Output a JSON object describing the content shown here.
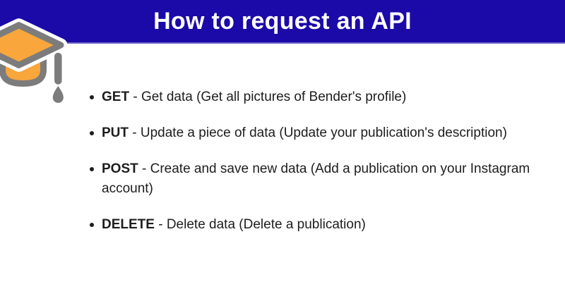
{
  "header": {
    "title": "How to request an API"
  },
  "icon": {
    "name": "graduation-cap",
    "parts": [
      "mortarboard-top",
      "cap-base",
      "tassel-cord",
      "tassel-drop"
    ]
  },
  "list": {
    "items": [
      {
        "method": "GET",
        "desc": " - Get data (Get all pictures of Bender's profile)"
      },
      {
        "method": "PUT",
        "desc": " - Update a piece of data (Update your publication's description)"
      },
      {
        "method": "POST",
        "desc": " - Create and save new data (Add a publication on your Instagram account)"
      },
      {
        "method": "DELETE",
        "desc": " - Delete data (Delete a publication)"
      }
    ]
  },
  "colors": {
    "banner_blue": "#1B09A8",
    "banner_edge": "#6E66CC",
    "title_text": "#FFFFFF",
    "cap_orange": "#F9A63C",
    "cap_gray": "#7C7C7C",
    "body_text": "#1D1D1D",
    "page_bg": "#FFFFFF"
  }
}
